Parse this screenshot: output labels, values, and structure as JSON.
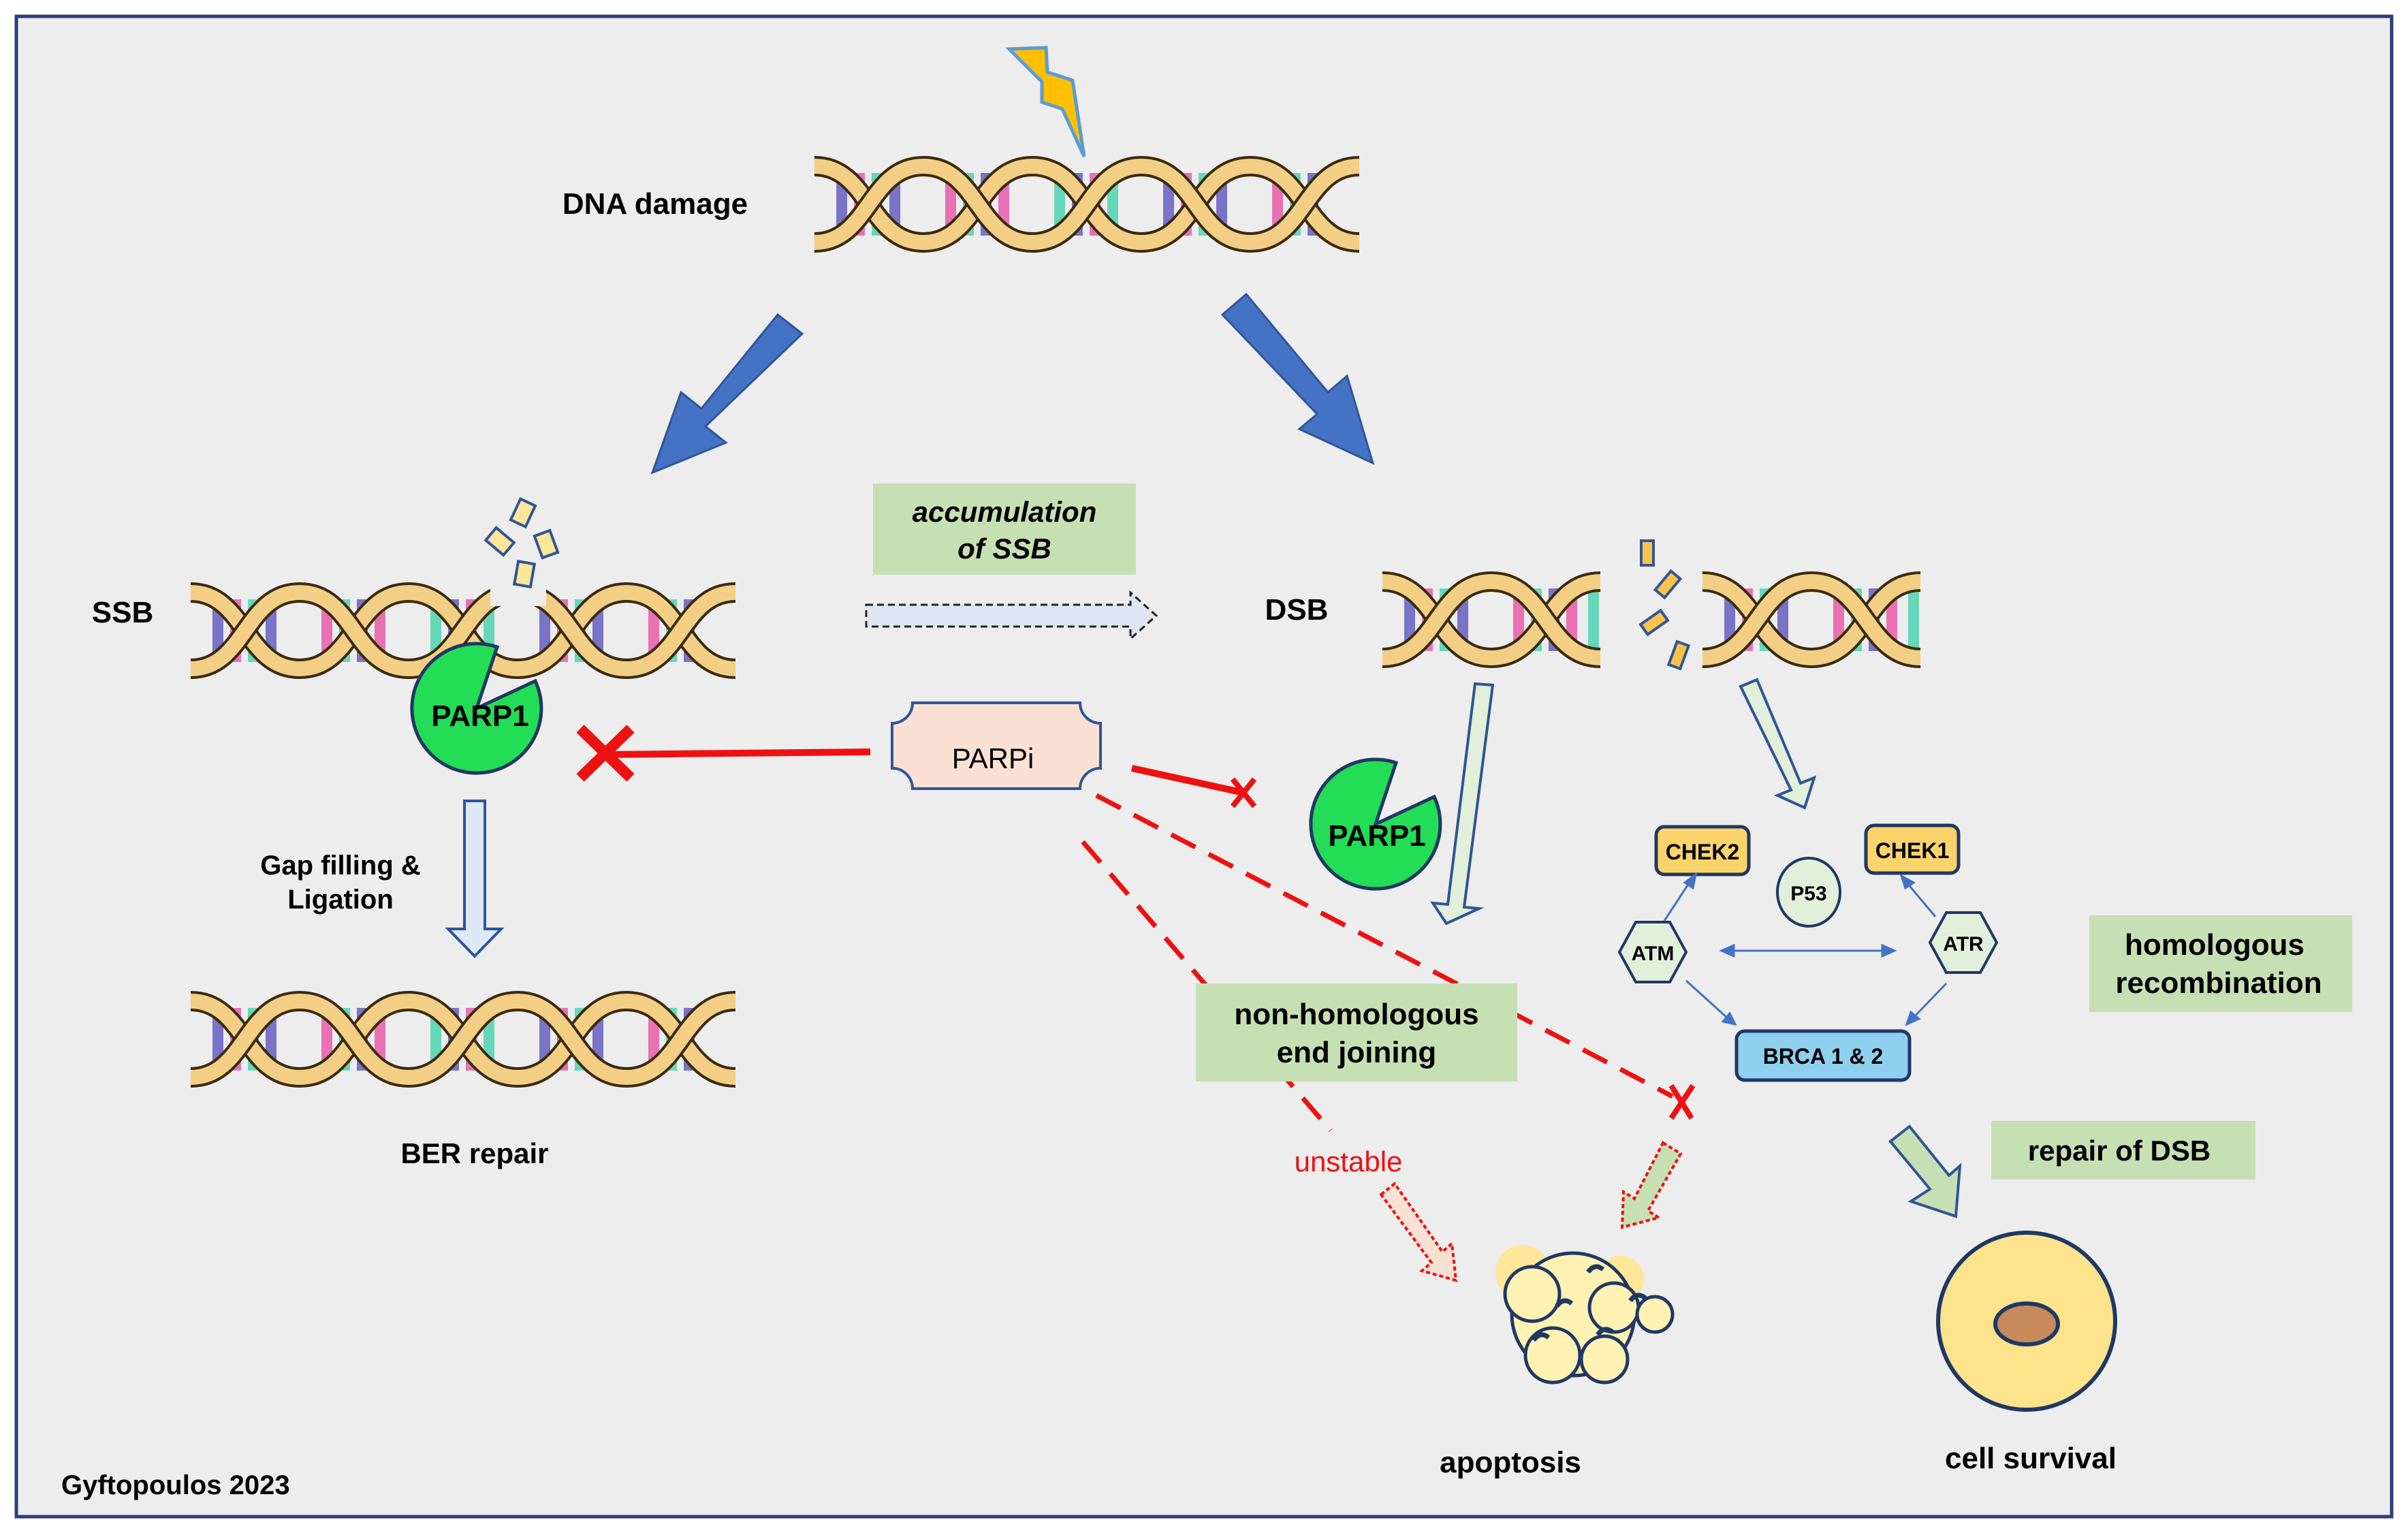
{
  "labels": {
    "dna_damage": "DNA damage",
    "ssb": "SSB",
    "dsb": "DSB",
    "parp1_left": "PARP1",
    "parp1_right": "PARP1",
    "gap_filling_line1": "Gap filling &",
    "gap_filling_line2": "Ligation",
    "ber_repair": "BER repair",
    "accumulation_line1": "accumulation",
    "accumulation_line2": "of SSB",
    "parpi": "PARPi",
    "nhej_line1": "non-homologous",
    "nhej_line2": "end joining",
    "unstable": "unstable",
    "apoptosis": "apoptosis",
    "chek2": "CHEK2",
    "chek1": "CHEK1",
    "p53": "P53",
    "atm": "ATM",
    "atr": "ATR",
    "brca": "BRCA 1 & 2",
    "hr_line1": "homologous",
    "hr_line2": "recombination",
    "repair_dsb": "repair of DSB",
    "cell_survival": "cell survival",
    "credit": "Gyftopoulos 2023"
  },
  "colors": {
    "background": "#ededed",
    "frame": "#2f3c7e",
    "big_arrow": "#4472c4",
    "inhibition": "#ee1111",
    "green_box": "#c6e0b4",
    "parp1": "#22dd55",
    "parpi_fill": "#fbe1d4",
    "gene_fill": "#fbd36b",
    "node_fill": "#e2efda",
    "brca_fill": "#8fd0ee",
    "cell_fill": "#fde38c"
  }
}
